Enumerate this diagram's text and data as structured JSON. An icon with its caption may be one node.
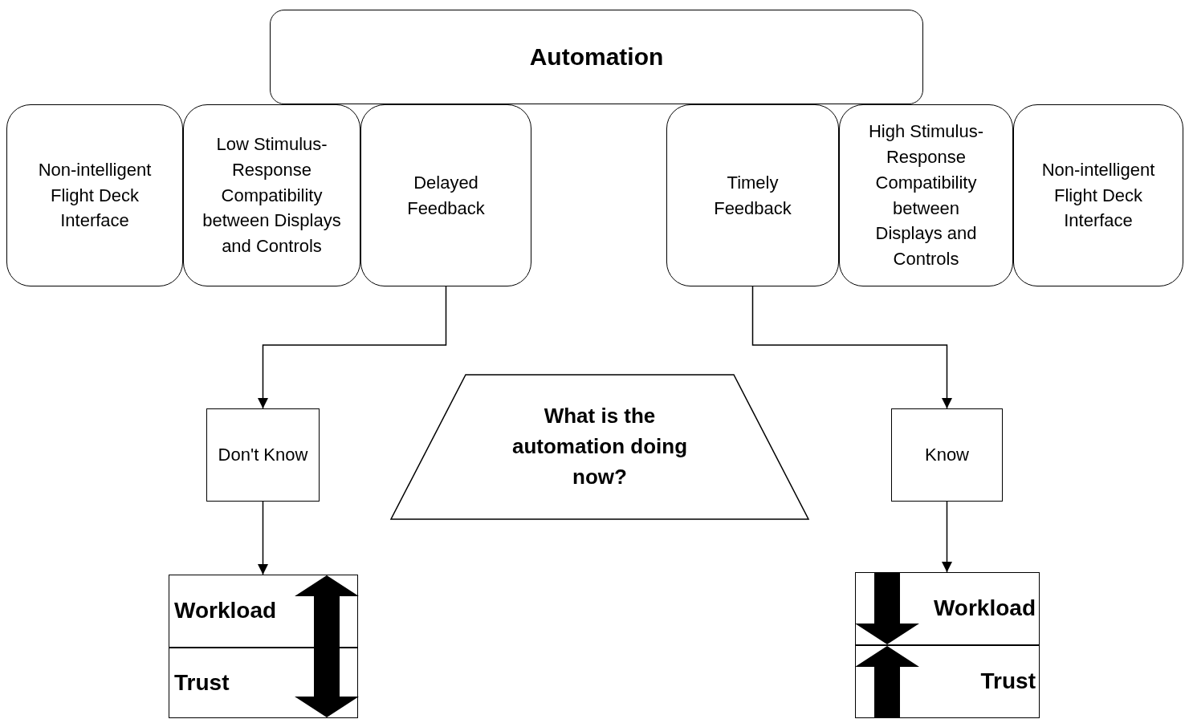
{
  "diagram": {
    "nodes": [
      {
        "text": [
          "Automation"
        ]
      },
      {
        "text": [
          "Non-intelligent Flight Deck Interface"
        ]
      },
      {
        "text": [
          "Low Stimulus-Response Compatibility between Displays and Controls"
        ]
      },
      {
        "text": [
          "Delayed Feedback"
        ]
      },
      {
        "text": [
          "Timely Feedback"
        ]
      },
      {
        "text": [
          "High Stimulus-Response Compatibility between Displays and Controls"
        ]
      },
      {
        "text": [
          "Non-intelligent Flight Deck Interface"
        ]
      },
      {
        "text": [
          "What is the automation doing now?"
        ]
      },
      {
        "text": [
          "Don't Know"
        ]
      },
      {
        "text": [
          "Know"
        ]
      },
      {
        "text": [
          "Workload"
        ]
      },
      {
        "text": [
          "Trust"
        ]
      },
      {
        "text": [
          "Workload"
        ]
      },
      {
        "text": [
          "Trust"
        ]
      }
    ],
    "edges": [
      {
        "from": 3,
        "to": 8,
        "arrow": "to"
      },
      {
        "from": 4,
        "to": 9,
        "arrow": "to"
      },
      {
        "from": 8,
        "to": 10,
        "arrow": "to"
      },
      {
        "from": 9,
        "to": 12,
        "arrow": "to"
      }
    ]
  }
}
